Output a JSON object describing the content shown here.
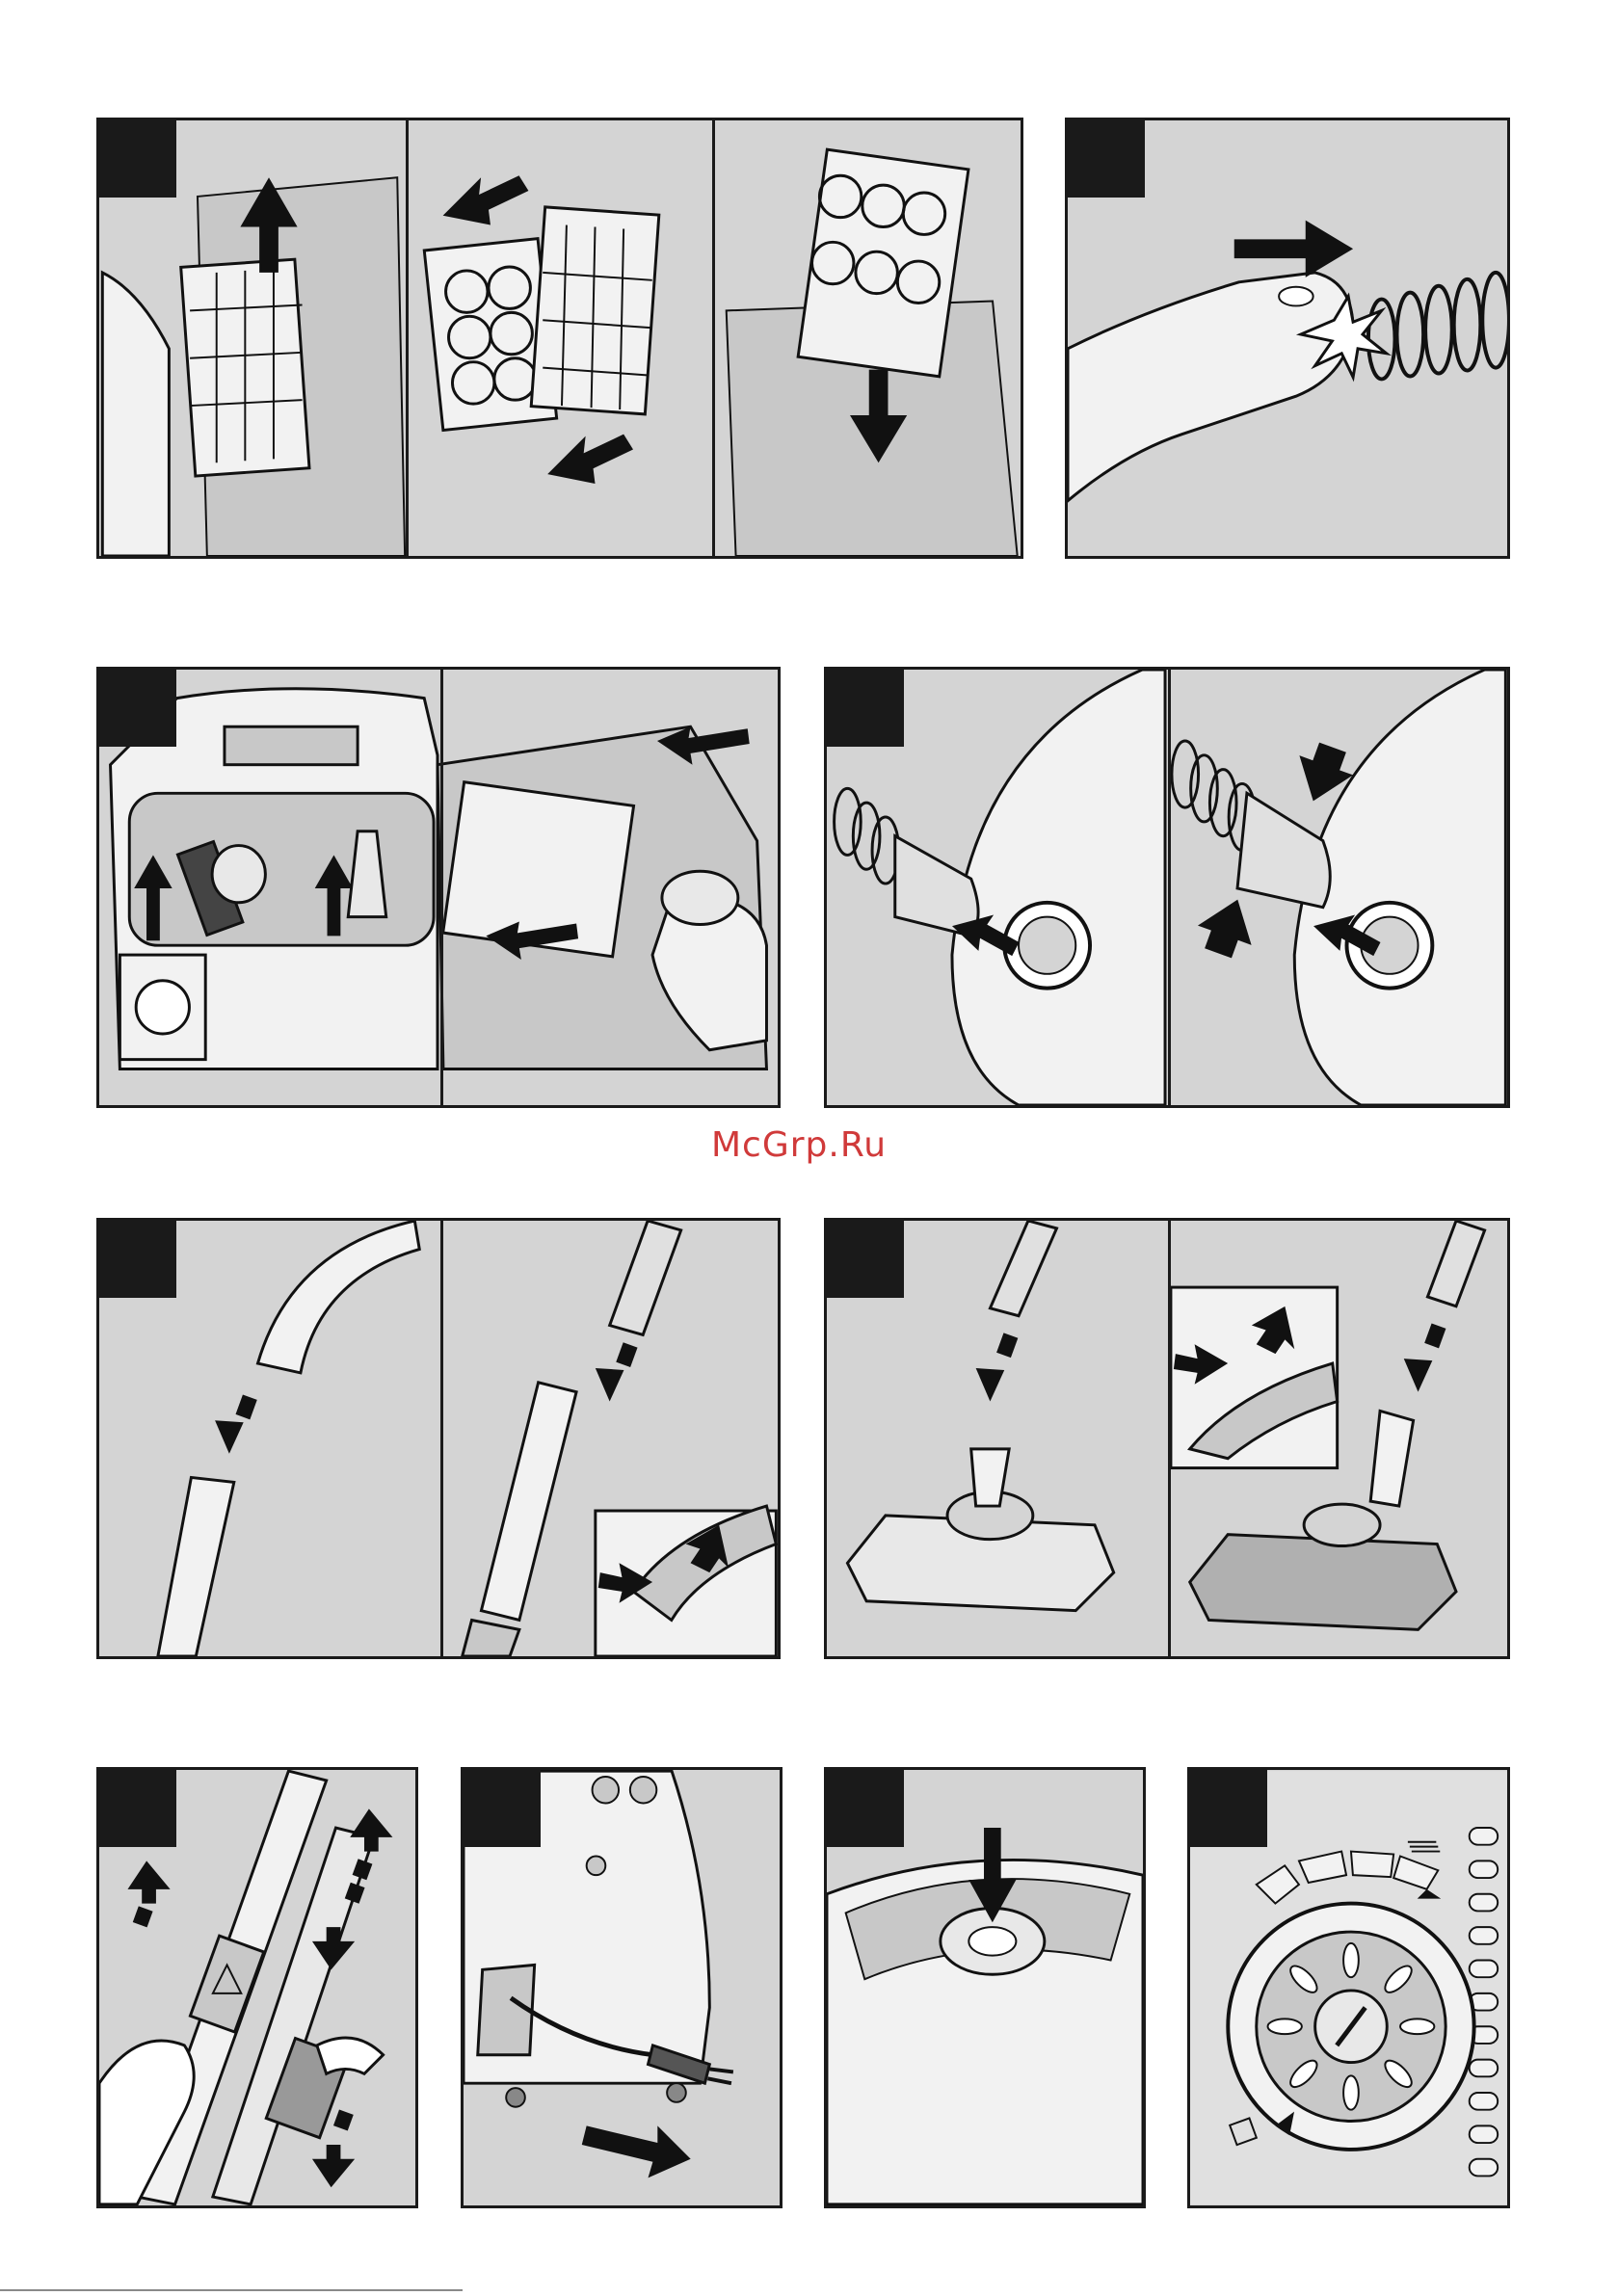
{
  "watermark": {
    "text": "McGrp.Ru",
    "color": "#d03a3a"
  },
  "colors": {
    "panel_bg": "#d4d4d4",
    "frame": "#1a1a1a",
    "part_fill": "#f2f2f2",
    "arrow": "#111111"
  },
  "figures": [
    {
      "id": "filter-replacement",
      "icons": [
        "up-arrow-icon",
        "filter-icon",
        "down-arrow-icon"
      ]
    },
    {
      "id": "hose-release",
      "icons": [
        "right-arrow-icon",
        "click-icon",
        "hose-icon"
      ]
    },
    {
      "id": "accessory-storage",
      "icons": [
        "up-arrow-icon",
        "nozzle-icon",
        "left-arrow-icon"
      ]
    },
    {
      "id": "hose-attach",
      "icons": [
        "hose-icon",
        "squeeze-arrow-icon"
      ]
    },
    {
      "id": "tube-connection",
      "icons": [
        "tube-icon",
        "dashed-arrow-icon"
      ]
    },
    {
      "id": "floor-nozzle-attach",
      "icons": [
        "floor-nozzle-icon",
        "dashed-arrow-icon"
      ]
    },
    {
      "id": "telescopic-tube",
      "icons": [
        "hand-icon",
        "dashed-arrow-icon"
      ]
    },
    {
      "id": "power-cord",
      "icons": [
        "plug-icon",
        "right-arrow-icon"
      ]
    },
    {
      "id": "power-button",
      "icons": [
        "down-arrow-icon",
        "button-icon"
      ]
    },
    {
      "id": "power-dial",
      "icons": [
        "dial-icon",
        "carpet-icon",
        "floor-icon"
      ]
    }
  ]
}
